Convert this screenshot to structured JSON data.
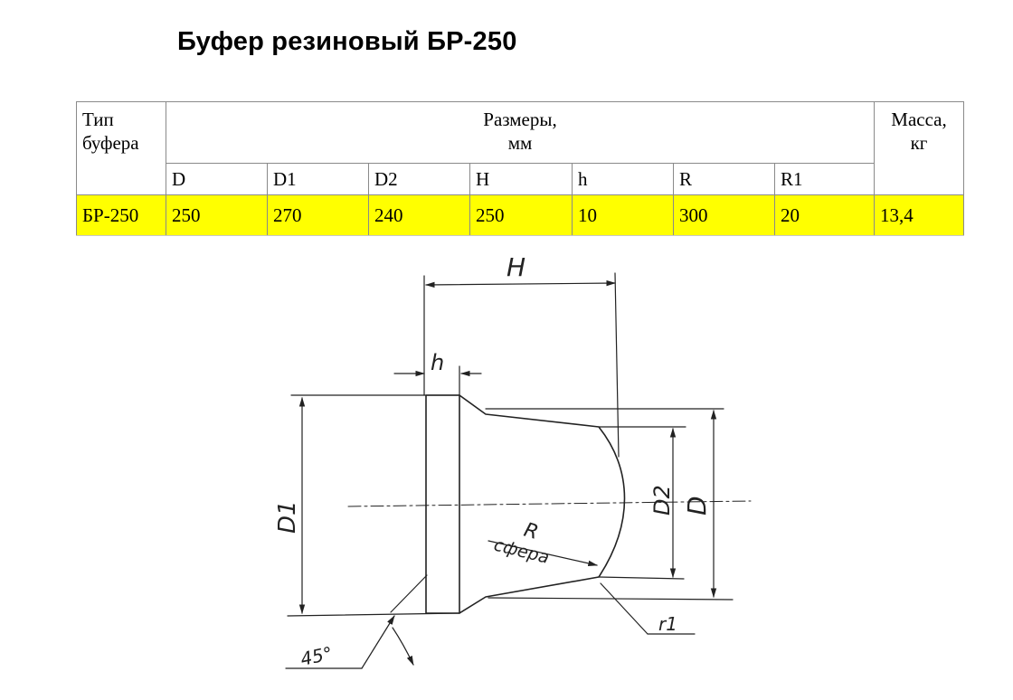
{
  "title": "Буфер резиновый БР-250",
  "table": {
    "type_header_line1": "Тип",
    "type_header_line2": "буфера",
    "dims_header_line1": "Размеры,",
    "dims_header_line2": "мм",
    "mass_header_line1": "Масса,",
    "mass_header_line2": "кг",
    "columns": [
      "D",
      "D1",
      "D2",
      "H",
      "h",
      "R",
      "R1"
    ],
    "row": {
      "type": "БР-250",
      "values": [
        "250",
        "270",
        "240",
        "250",
        "10",
        "300",
        "20"
      ],
      "mass": "13,4"
    },
    "highlight_color": "#ffff00"
  },
  "drawing": {
    "label_H": "H",
    "label_h": "h",
    "label_D1": "D1",
    "label_D2": "D2",
    "label_D": "D",
    "label_R": "R",
    "label_sphere": "сфера",
    "label_r1": "r1",
    "label_angle": "45°"
  }
}
